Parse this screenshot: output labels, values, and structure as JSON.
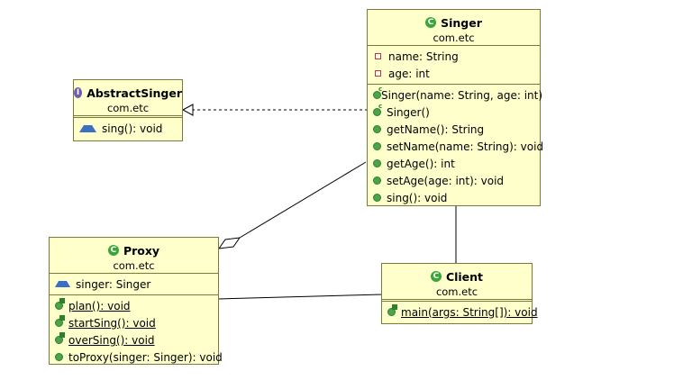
{
  "classes": {
    "singer": {
      "name": "Singer",
      "package": "com.etc",
      "icon": "class-icon",
      "attributes": [
        {
          "text": "name: String",
          "visibility": "private"
        },
        {
          "text": "age: int",
          "visibility": "private"
        }
      ],
      "operations": [
        {
          "text": "Singer(name: String, age: int)",
          "visibility": "constructor"
        },
        {
          "text": "Singer()",
          "visibility": "constructor"
        },
        {
          "text": "getName(): String",
          "visibility": "public"
        },
        {
          "text": "setName(name: String): void",
          "visibility": "public"
        },
        {
          "text": "getAge(): int",
          "visibility": "public"
        },
        {
          "text": "setAge(age: int): void",
          "visibility": "public"
        },
        {
          "text": "sing(): void",
          "visibility": "public"
        }
      ]
    },
    "abstract_singer": {
      "name": "AbstractSinger",
      "package": "com.etc",
      "icon": "interface-icon",
      "attributes": [],
      "operations": [
        {
          "text": "sing(): void",
          "visibility": "protected"
        }
      ]
    },
    "proxy": {
      "name": "Proxy",
      "package": "com.etc",
      "icon": "class-icon",
      "attributes": [
        {
          "text": "singer: Singer",
          "visibility": "package"
        }
      ],
      "operations": [
        {
          "text": "plan(): void",
          "visibility": "static"
        },
        {
          "text": "startSing(): void",
          "visibility": "static"
        },
        {
          "text": "overSing(): void",
          "visibility": "static"
        },
        {
          "text": "toProxy(singer: Singer): void",
          "visibility": "public"
        }
      ]
    },
    "client": {
      "name": "Client",
      "package": "com.etc",
      "icon": "class-icon",
      "attributes": [],
      "operations": [
        {
          "text": "main(args: String[]): void",
          "visibility": "static"
        }
      ]
    }
  },
  "relations": [
    {
      "type": "realization",
      "from": "Singer",
      "to": "AbstractSinger"
    },
    {
      "type": "aggregation",
      "from": "Singer",
      "to": "Proxy"
    },
    {
      "type": "association",
      "from": "Singer",
      "to": "Client"
    },
    {
      "type": "association",
      "from": "Proxy",
      "to": "Client"
    }
  ],
  "colors": {
    "class_fill": "#ffffcc",
    "class_border": "#7a7a3a",
    "line": "#000000"
  }
}
